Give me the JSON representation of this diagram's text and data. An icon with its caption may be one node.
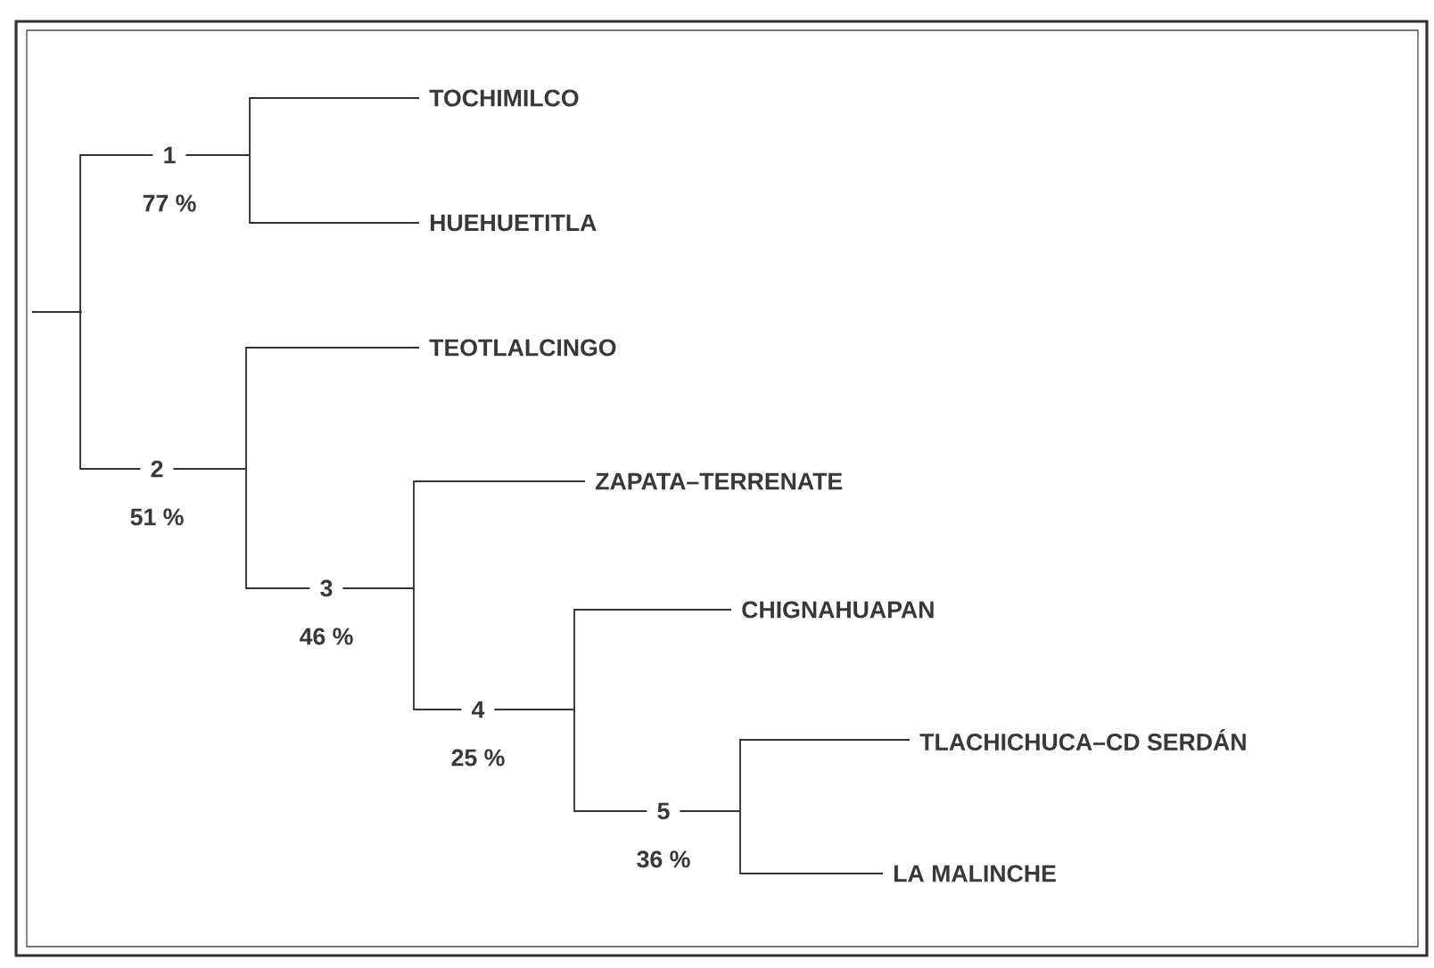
{
  "diagram": {
    "nodes": [
      {
        "text": [],
        "shape": "point"
      },
      {
        "text": [
          "1"
        ],
        "beside": [
          "77 %"
        ]
      },
      {
        "text": [
          "TOCHIMILCO"
        ]
      },
      {
        "text": [
          "HUEHUETITLA"
        ]
      },
      {
        "text": [
          "2"
        ],
        "beside": [
          "51 %"
        ]
      },
      {
        "text": [
          "TEOTLALCINGO"
        ]
      },
      {
        "text": [
          "3"
        ],
        "beside": [
          "46 %"
        ]
      },
      {
        "text": [
          "ZAPATA–TERRENATE"
        ]
      },
      {
        "text": [
          "4"
        ],
        "beside": [
          "25 %"
        ]
      },
      {
        "text": [
          "CHIGNAHUAPAN"
        ]
      },
      {
        "text": [
          "5"
        ],
        "beside": [
          "36 %"
        ]
      },
      {
        "text": [
          "TLACHICHUCA–CD SERDÁN"
        ]
      },
      {
        "text": [
          "LA MALINCHE"
        ]
      }
    ],
    "edges": [
      {
        "from": null,
        "to": 0,
        "arrow": "none"
      },
      {
        "from": 0,
        "to": 1,
        "arrow": "none"
      },
      {
        "from": 1,
        "to": 2,
        "arrow": "none"
      },
      {
        "from": 1,
        "to": 3,
        "arrow": "none"
      },
      {
        "from": 0,
        "to": 4,
        "arrow": "none"
      },
      {
        "from": 4,
        "to": 5,
        "arrow": "none"
      },
      {
        "from": 4,
        "to": 6,
        "arrow": "none"
      },
      {
        "from": 6,
        "to": 7,
        "arrow": "none"
      },
      {
        "from": 6,
        "to": 8,
        "arrow": "none"
      },
      {
        "from": 8,
        "to": 9,
        "arrow": "none"
      },
      {
        "from": 8,
        "to": 10,
        "arrow": "none"
      },
      {
        "from": 10,
        "to": 11,
        "arrow": "none"
      },
      {
        "from": 10,
        "to": 12,
        "arrow": "none"
      }
    ]
  }
}
